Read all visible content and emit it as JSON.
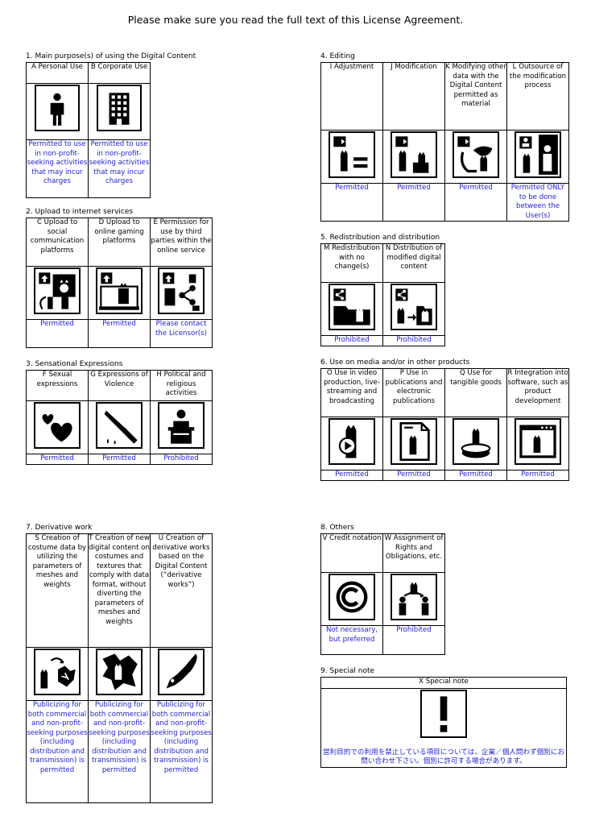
{
  "page_title": "Please make sure you read the full text of this License Agreement.",
  "sections": {
    "s1": {
      "title": "1. Main purpose(s) of using the Digital Content",
      "items": [
        {
          "label": "A Personal Use",
          "icon": "person-icon",
          "result": "Permitted to use in non-profit-seeking activities that may incur charges"
        },
        {
          "label": "B Corporate Use",
          "icon": "building-icon",
          "result": "Permitted to use in non-profit-seeking activities that may incur charges"
        }
      ]
    },
    "s2": {
      "title": "2. Upload to internet services",
      "items": [
        {
          "label": "C Upload to social communication platforms",
          "icon": "upload-social-icon",
          "result": "Permitted"
        },
        {
          "label": "D Upload to online gaming platforms",
          "icon": "upload-gaming-icon",
          "result": "Permitted"
        },
        {
          "label": "E Permission for use by third parties within the online service",
          "icon": "share-third-party-icon",
          "result": "Please contact the Licensor(s)"
        }
      ]
    },
    "s3": {
      "title": "3. Sensational Expressions",
      "items": [
        {
          "label": "F Sexual expressions",
          "icon": "hearts-icon",
          "result": "Permitted"
        },
        {
          "label": "G Expressions of Violence",
          "icon": "knife-icon",
          "result": "Permitted"
        },
        {
          "label": "H Political and religious activities",
          "icon": "podium-icon",
          "result": "Prohibited"
        }
      ]
    },
    "s4": {
      "title": "4. Editing",
      "items": [
        {
          "label": "I Adjustment",
          "icon": "adjustment-icon",
          "result": "Permitted"
        },
        {
          "label": "J Modification",
          "icon": "modification-icon",
          "result": "Permitted"
        },
        {
          "label": "K Modifying other data with the Digital Content permitted as material",
          "icon": "modify-other-data-icon",
          "result": "Permitted"
        },
        {
          "label": "L Outsource of the modification process",
          "icon": "outsource-icon",
          "result": "Permitted ONLY to be done between the User(s)"
        }
      ]
    },
    "s5": {
      "title": "5. Redistribution and distribution",
      "items": [
        {
          "label": "M Redistribution with no change(s)",
          "icon": "redistribution-icon",
          "result": "Prohibited"
        },
        {
          "label": "N Distribution of modified digital content",
          "icon": "distribution-modified-icon",
          "result": "Prohibited"
        }
      ]
    },
    "s6": {
      "title": "6. Use on media and/or in other products",
      "items": [
        {
          "label": "O Use in video production, live-streaming and broadcasting",
          "icon": "video-icon",
          "result": "Permitted"
        },
        {
          "label": "P Use in publications and electronic publications",
          "icon": "publication-icon",
          "result": "Permitted"
        },
        {
          "label": "Q Use for tangible goods",
          "icon": "tangible-goods-icon",
          "result": "Permitted"
        },
        {
          "label": "R Integration into software, such as product development",
          "icon": "software-icon",
          "result": "Permitted"
        }
      ]
    },
    "s7": {
      "title": "7. Derivative work",
      "items": [
        {
          "label": "S Creation of costume data by utilizing the parameters of meshes and weights",
          "icon": "costume-data-icon",
          "result": "Publicizing for both commercial and non-profit-seeking purposes (including distribution and transmission) is permitted"
        },
        {
          "label": "T Creation of new digital content on costumes and textures that comply with data format, without diverting the parameters of meshes and weights",
          "icon": "costume-texture-icon",
          "result": "Publicizing for both commercial and non-profit-seeking purposes (including distribution and transmission) is permitted"
        },
        {
          "label": "U Creation of derivative works based on the Digital Content (“derivative works”)",
          "icon": "pen-nib-icon",
          "result": "Publicizing for both commercial and non-profit-seeking purposes (including distribution and transmission) is permitted"
        }
      ]
    },
    "s8": {
      "title": "8. Others",
      "items": [
        {
          "label": "V Credit notation",
          "icon": "copyright-icon",
          "result": "Not necessary, but preferred"
        },
        {
          "label": "W Assignment of Rights and Obligations, etc.",
          "icon": "assignment-icon",
          "result": "Prohibited"
        }
      ]
    },
    "s9": {
      "title": "9. Special note",
      "items": [
        {
          "label": "X Special note",
          "icon": "exclamation-icon",
          "result": "営利目的での利用を禁止している項目については、企業／個人問わず個別にお問い合わせ下さい。個別に許可する場合があります。"
        }
      ]
    }
  }
}
